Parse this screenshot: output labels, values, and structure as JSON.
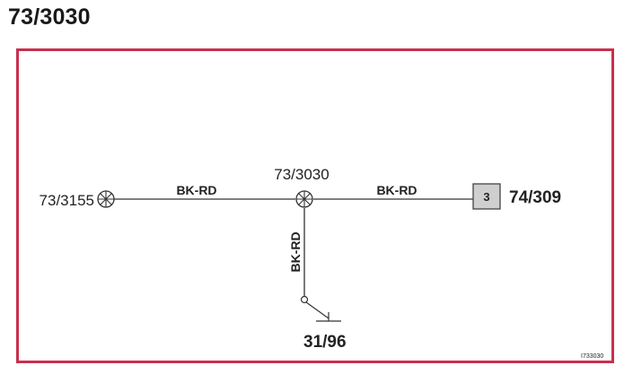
{
  "title": "73/3030",
  "accent_color": "#c8304e",
  "wires": [
    {
      "id": "left",
      "color_code": "BK-RD"
    },
    {
      "id": "right",
      "color_code": "BK-RD"
    },
    {
      "id": "down",
      "color_code": "BK-RD"
    }
  ],
  "nodes": {
    "left_splice": {
      "label": "73/3155",
      "icon": "splice-icon"
    },
    "center_splice": {
      "label": "73/3030",
      "icon": "splice-icon"
    },
    "connector": {
      "label": "74/309",
      "pin": "3",
      "icon": "connector-box"
    },
    "ground": {
      "label": "31/96",
      "icon": "ground-icon"
    }
  },
  "figure_code": "I733030"
}
